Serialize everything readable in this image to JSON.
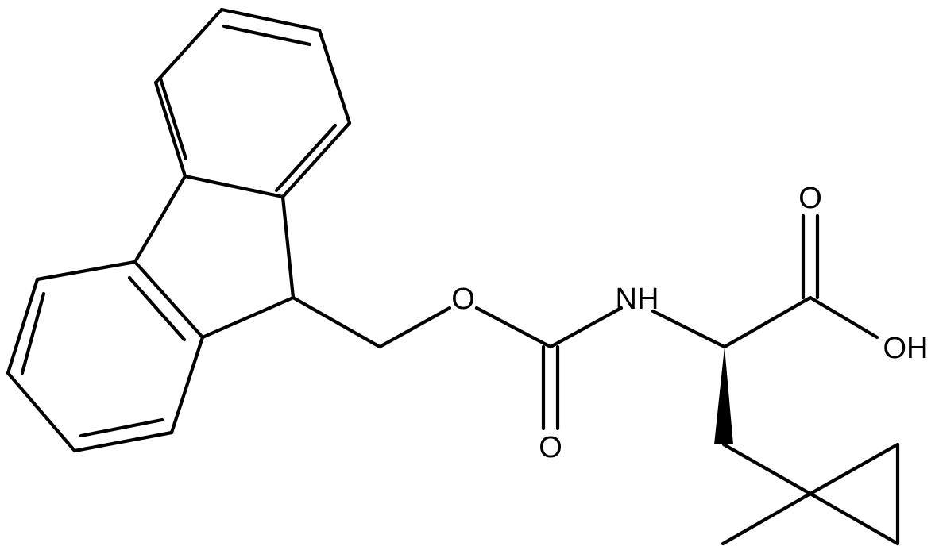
{
  "diagram": {
    "type": "chemical-structure",
    "atom_labels": {
      "ether_oxygen": "O",
      "amide_nitrogen": "NH",
      "carbonyl_oxygen_carbamate": "O",
      "carbonyl_oxygen_acid": "O",
      "hydroxyl": "OH"
    },
    "colors": {
      "bond": "#000000",
      "background": "#ffffff"
    }
  }
}
